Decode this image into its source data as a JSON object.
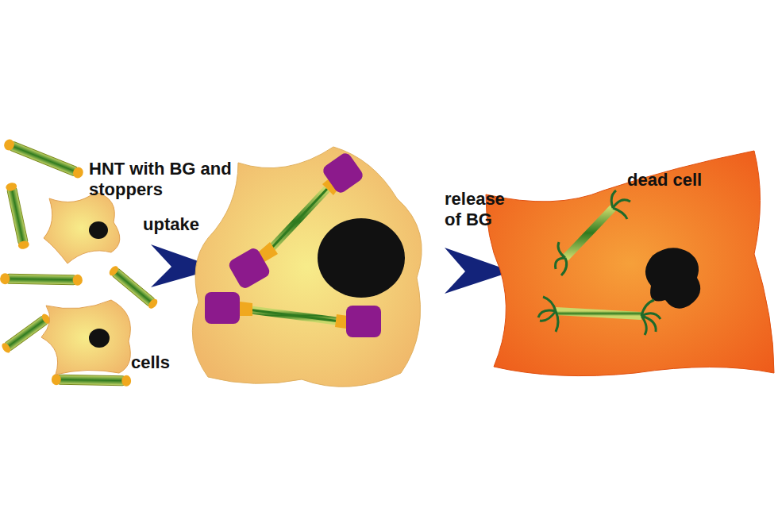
{
  "diagram": {
    "labels": [
      "HNT with BG and stoppers",
      "uptake",
      "cells",
      "release of BG",
      "dead cell"
    ]
  }
}
